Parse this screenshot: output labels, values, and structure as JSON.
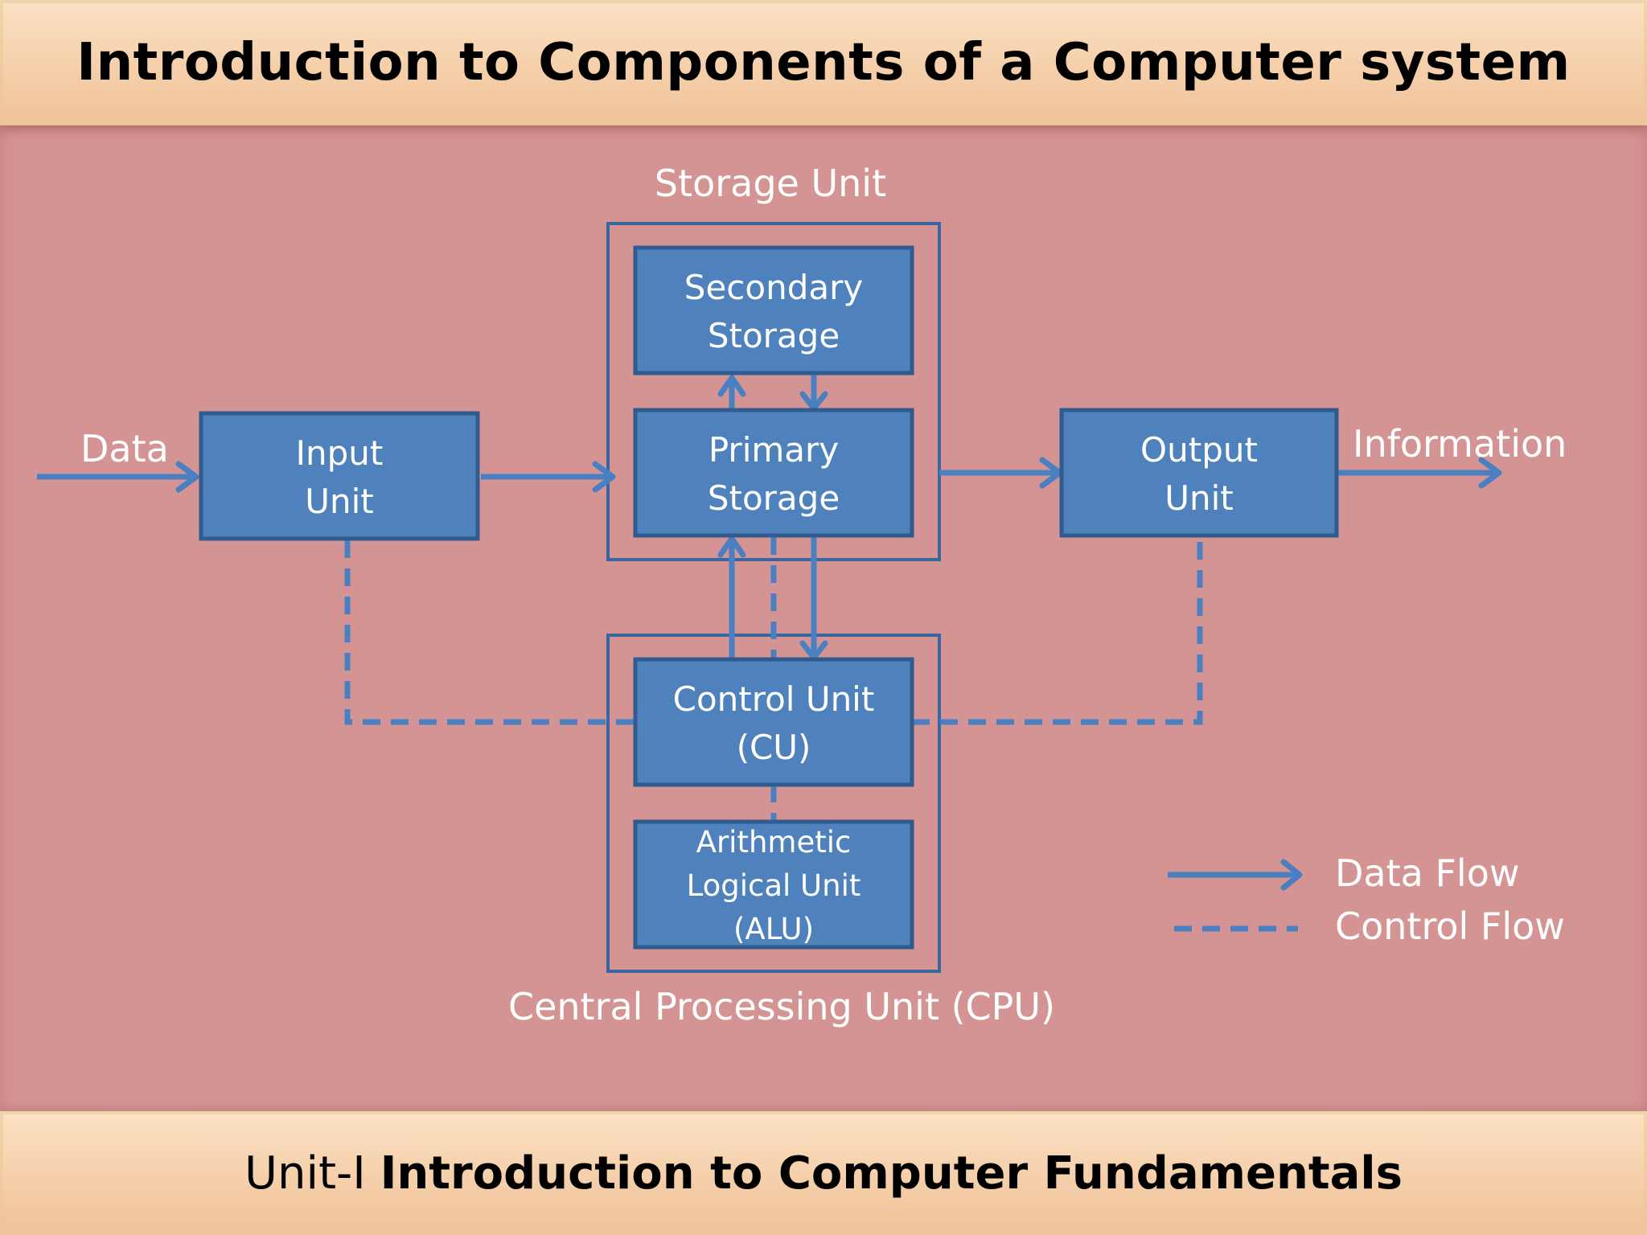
{
  "title": "Introduction to Components of a Computer system",
  "footer": {
    "prefix": "Unit-I",
    "strong": "Introduction to Computer Fundamentals"
  },
  "diagram": {
    "storage_unit_label": "Storage Unit",
    "cpu_label": "Central Processing Unit (CPU)",
    "data_label": "Data",
    "information_label": "Information",
    "boxes": {
      "input": [
        "Input",
        "Unit"
      ],
      "secondary": [
        "Secondary",
        "Storage"
      ],
      "primary": [
        "Primary",
        "Storage"
      ],
      "output": [
        "Output",
        "Unit"
      ],
      "control": [
        "Control Unit",
        "(CU)"
      ],
      "alu": [
        "Arithmetic",
        "Logical Unit",
        "(ALU)"
      ]
    },
    "legend": {
      "data_flow": "Data Flow",
      "control_flow": "Control Flow"
    }
  },
  "colors": {
    "background": "#d49494",
    "banner": "#f5cfaa",
    "box_fill": "#4f81bd",
    "flow_line": "#4a7fc1"
  }
}
